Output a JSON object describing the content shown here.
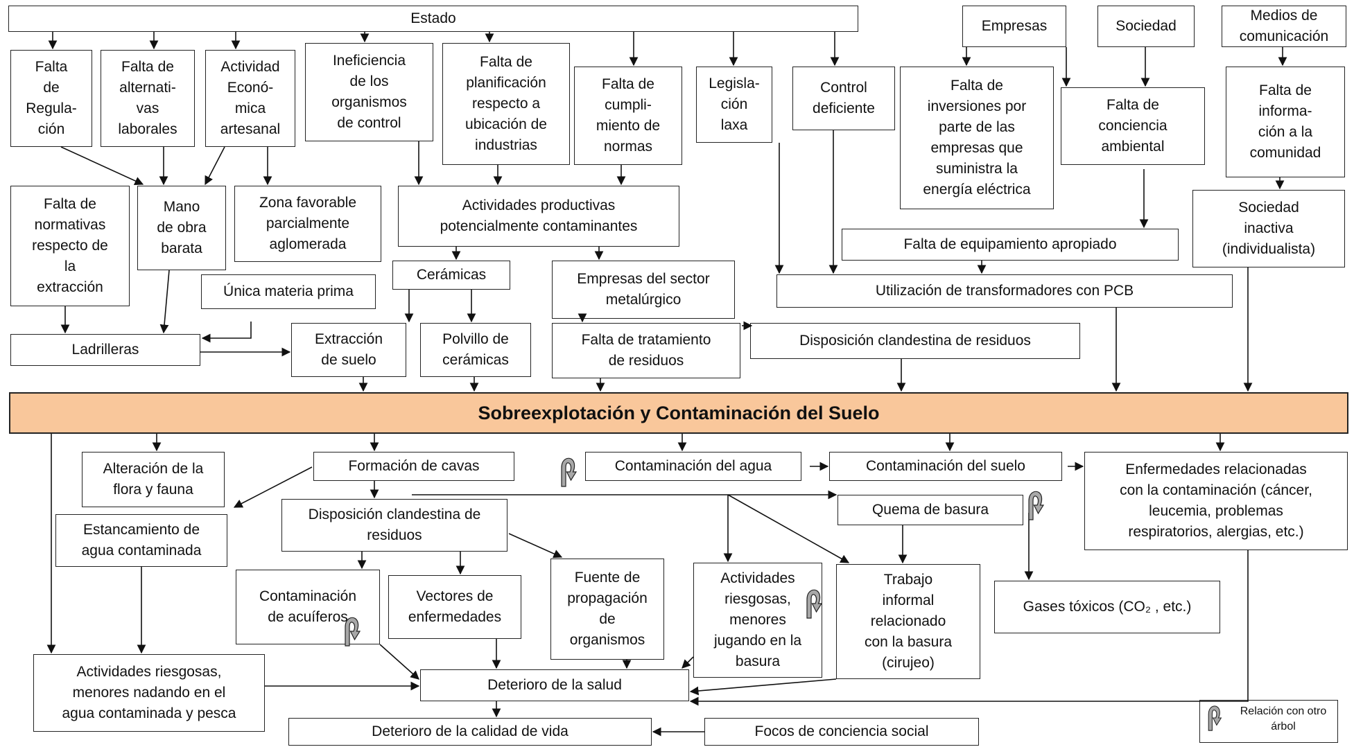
{
  "nodes": {
    "estado": "Estado",
    "empresas": "Empresas",
    "sociedad": "Sociedad",
    "medios": "Medios de\ncomunicación",
    "falta_regulacion": "Falta\nde\nRegula-\nción",
    "falta_alternativas": "Falta de\nalternati-\nvas\nlaborales",
    "actividad_economica": "Actividad\nEconó-\nmica\nartesanal",
    "ineficiencia": "Ineficiencia\nde los\norganismos\nde control",
    "falta_planificacion": "Falta de\nplanificación\nrespecto a\nubicación de\nindustrias",
    "falta_cumplimiento": "Falta de\ncumpli-\nmiento de\nnormas",
    "legislacion": "Legisla-\nción\nlaxa",
    "control_deficiente": "Control\ndeficiente",
    "falta_inversiones": "Falta de\ninversiones por\nparte de las\nempresas que\nsuministra la\nenergía eléctrica",
    "falta_conciencia": "Falta de\nconciencia\nambiental",
    "falta_informacion": "Falta de\ninforma-\nción a la\ncomunidad",
    "falta_normativas": "Falta de\nnormativas\nrespecto de\nla\nextracción",
    "mano_obra": "Mano\nde obra\nbarata",
    "zona_favorable": "Zona favorable\nparcialmente\naglomerada",
    "actividades_productivas": "Actividades productivas\npotencialmente contaminantes",
    "falta_equipamiento": "Falta de equipamiento apropiado",
    "sociedad_inactiva": "Sociedad\ninactiva\n(individualista)",
    "unica_materia": "Única materia prima",
    "ceramicas": "Cerámicas",
    "empresas_metalurgico": "Empresas del sector\nmetalúrgico",
    "transformadores": "Utilización de transformadores con PCB",
    "ladrilleras": "Ladrilleras",
    "extraccion": "Extracción\nde suelo",
    "polvillo": "Polvillo de\ncerámicas",
    "falta_tratamiento": "Falta de tratamiento\nde residuos",
    "disposicion_top": "Disposición clandestina de residuos",
    "center": "Sobreexplotación y Contaminación del Suelo",
    "alteracion": "Alteración de la\nflora y fauna",
    "formacion_cavas": "Formación de cavas",
    "contaminacion_agua": "Contaminación del agua",
    "contaminacion_suelo": "Contaminación del suelo",
    "enfermedades": "Enfermedades relacionadas\ncon la contaminación (cáncer,\nleucemia, problemas\nrespiratorios, alergias, etc.)",
    "estancamiento": "Estancamiento de\nagua contaminada",
    "disposicion_bottom": "Disposición clandestina de\nresiduos",
    "quema": "Quema de basura",
    "contaminacion_acuiferos": "Contaminación\nde acuíferos",
    "vectores": "Vectores de\nenfermedades",
    "fuente_propagacion": "Fuente de\npropagación\nde\norganismos",
    "actividades_riesgosas_menores": "Actividades\nriesgosas,\nmenores\njugando en la\nbasura",
    "trabajo_informal": "Trabajo\ninformal\nrelacionado\ncon la basura\n(cirujeo)",
    "gases_toxicos": "Gases tóxicos (CO₂ , etc.)",
    "actividades_riesgosas_agua": "Actividades riesgosas,\nmenores nadando en el\nagua contaminada y pesca",
    "deterioro_salud": "Deterioro de la salud",
    "deterioro_calidad": "Deterioro de la calidad de vida",
    "focos_conciencia": "Focos de conciencia  social"
  },
  "legend": {
    "icon": "curved-arrow-icon",
    "label": "Relación con otro\nárbol"
  },
  "colors": {
    "center_fill": "#f9c79b",
    "border": "#222222",
    "arrow": "#111111",
    "icon_fill": "#a8a8a8"
  }
}
